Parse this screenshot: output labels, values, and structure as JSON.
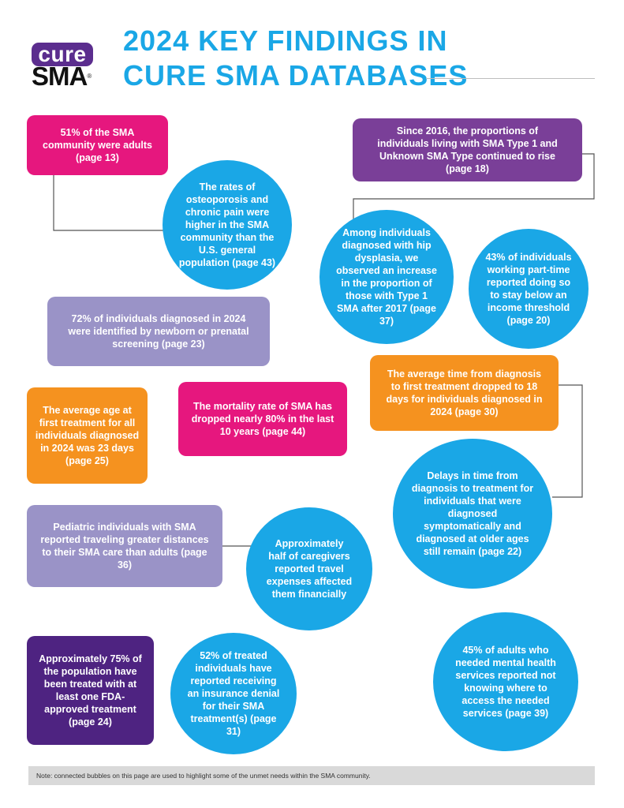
{
  "logo": {
    "line1": "cure",
    "line2": "SMA",
    "mark": "®"
  },
  "title": {
    "line1": "2024 KEY FINDINGS IN",
    "line2": "CURE SMA DATABASES"
  },
  "findings": {
    "adults": "51% of the SMA community were adults (page 13)",
    "osteoporosis": "The rates of osteoporosis and chronic pain were higher in the SMA community than the U.S. general population (page 43)",
    "type1_unknown": "Since 2016, the proportions of individuals living with SMA Type 1 and Unknown SMA Type continued to rise (page 18)",
    "hip_dysplasia": "Among individuals diagnosed with hip dysplasia, we observed an increase in the proportion of those with Type 1 SMA after 2017 (page 37)",
    "part_time": "43% of individuals working part-time reported doing so to stay below an income threshold (page 20)",
    "newborn_screening": "72% of individuals diagnosed in 2024 were identified by newborn or prenatal screening (page 23)",
    "diagnosis_to_treatment": "The average time from diagnosis to first treatment dropped to 18 days for individuals diagnosed in 2024 (page 30)",
    "average_age": "The average age at first treatment for all individuals diagnosed in 2024 was 23 days (page 25)",
    "mortality": "The mortality rate of SMA has dropped nearly 80% in the last 10 years (page 44)",
    "delays": "Delays in time from diagnosis to treatment for individuals that were diagnosed symptomatically and diagnosed at older ages still remain (page 22)",
    "pediatric_travel": "Pediatric individuals with SMA reported traveling greater distances to their SMA care than adults (page 36)",
    "caregivers_travel": "Approximately half of caregivers reported travel expenses affected them financially",
    "fda_treated": "Approximately 75% of the population have been treated with at least one FDA-approved treatment (page 24)",
    "insurance_denial": "52% of treated individuals have reported receiving an insurance denial for their SMA treatment(s) (page 31)",
    "mental_health": "45% of adults who needed mental health services reported not knowing where to access the needed services (page 39)"
  },
  "note": "Note: connected bubbles on this page are used to highlight some of the unmet needs within the SMA community.",
  "colors": {
    "blue": "#1aa7e6",
    "pink": "#e6177e",
    "purple": "#7a3f98",
    "dark_purple": "#4e2381",
    "lavender": "#9a93c7",
    "orange": "#f5921f",
    "connector": "#555555"
  }
}
